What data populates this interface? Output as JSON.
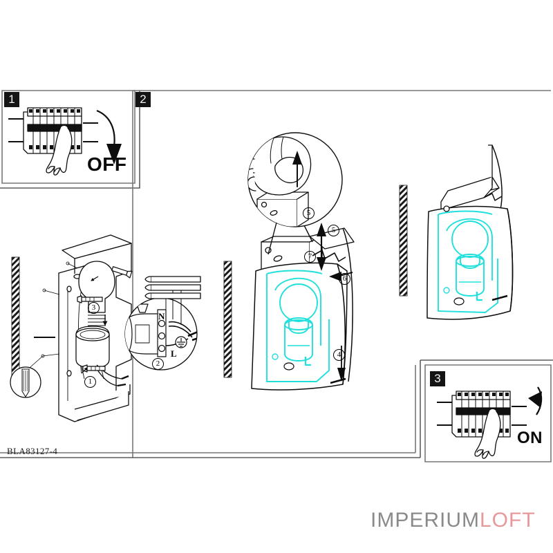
{
  "document": {
    "type": "installation-instruction-sheet",
    "model_code": "BLA83127-4",
    "background": "#ffffff"
  },
  "brand": {
    "name_primary": "IMPERIUM",
    "name_secondary": "LOFT",
    "color_primary": "#8a8a8a",
    "color_secondary": "#e8989a"
  },
  "colors": {
    "ink": "#111111",
    "frame": "#555555",
    "highlight_cyan": "#1fe0dc",
    "badge_bg": "#141414",
    "badge_fg": "#f2f2f2"
  },
  "steps": [
    {
      "badge": "1",
      "name": "power-off",
      "action_label": "OFF",
      "description": "Switch the circuit breaker off before installation"
    },
    {
      "badge": "2",
      "name": "mount-and-assemble",
      "description": "Mount bracket, wire, fit lamp and close diffuser"
    },
    {
      "badge": "3",
      "name": "power-on",
      "action_label": "ON",
      "description": "Switch the circuit breaker back on after installation"
    }
  ],
  "wiring": {
    "terminal_neutral": "N",
    "terminal_live": "L",
    "earth_symbol": "earth-ground"
  },
  "callouts": {
    "item_1": "1",
    "item_2": "2",
    "item_3": "3",
    "item_4": "4",
    "item_5a": "5",
    "item_5b": "5",
    "item_6": "6",
    "item_7": "7"
  },
  "icons": {
    "breaker": "circuit-breaker-icon",
    "hand": "pointing-hand-icon",
    "arrow_off": "curved-arrow-down-icon",
    "arrow_on": "curved-arrow-up-icon",
    "bulb": "light-bulb-icon",
    "wall": "hatched-wall-icon",
    "screw": "screw-icon",
    "magnifier": "magnified-detail-circle-icon"
  }
}
